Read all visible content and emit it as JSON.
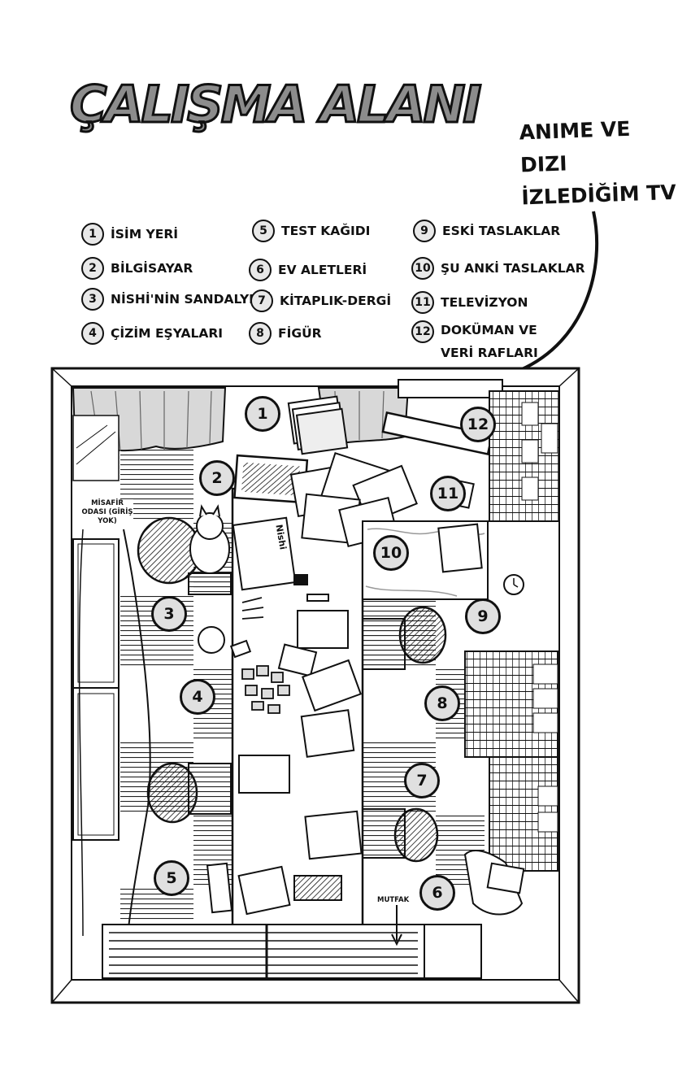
{
  "title": "ÇALIŞMA ALANI",
  "tv_note": {
    "line1": "ANIME VE DIZI",
    "line2": "İZLEDİĞİM TV"
  },
  "legend": [
    {
      "num": "1",
      "label": "İSİM YERİ"
    },
    {
      "num": "2",
      "label": "BİLGİSAYAR"
    },
    {
      "num": "3",
      "label": "NİSHİ'NİN SANDALYESİ"
    },
    {
      "num": "4",
      "label": "ÇİZİM EŞYALARI"
    },
    {
      "num": "5",
      "label": "TEST KAĞIDI"
    },
    {
      "num": "6",
      "label": "EV ALETLERİ"
    },
    {
      "num": "7",
      "label": "KİTAPLIK-DERGİ"
    },
    {
      "num": "8",
      "label": "FİGÜR"
    },
    {
      "num": "9",
      "label": "ESKİ TASLAKLAR"
    },
    {
      "num": "10",
      "label": "ŞU ANKİ TASLAKLAR"
    },
    {
      "num": "11",
      "label": "TELEVİZYON"
    },
    {
      "num": "12",
      "label": "DOKÜMAN VE VERİ RAFLARI"
    }
  ],
  "plan": {
    "guest_room": "MİSAFİR ODASI (GİRİŞ YOK)",
    "kitchen": "MUTFAK",
    "note_label": "Nishi"
  }
}
